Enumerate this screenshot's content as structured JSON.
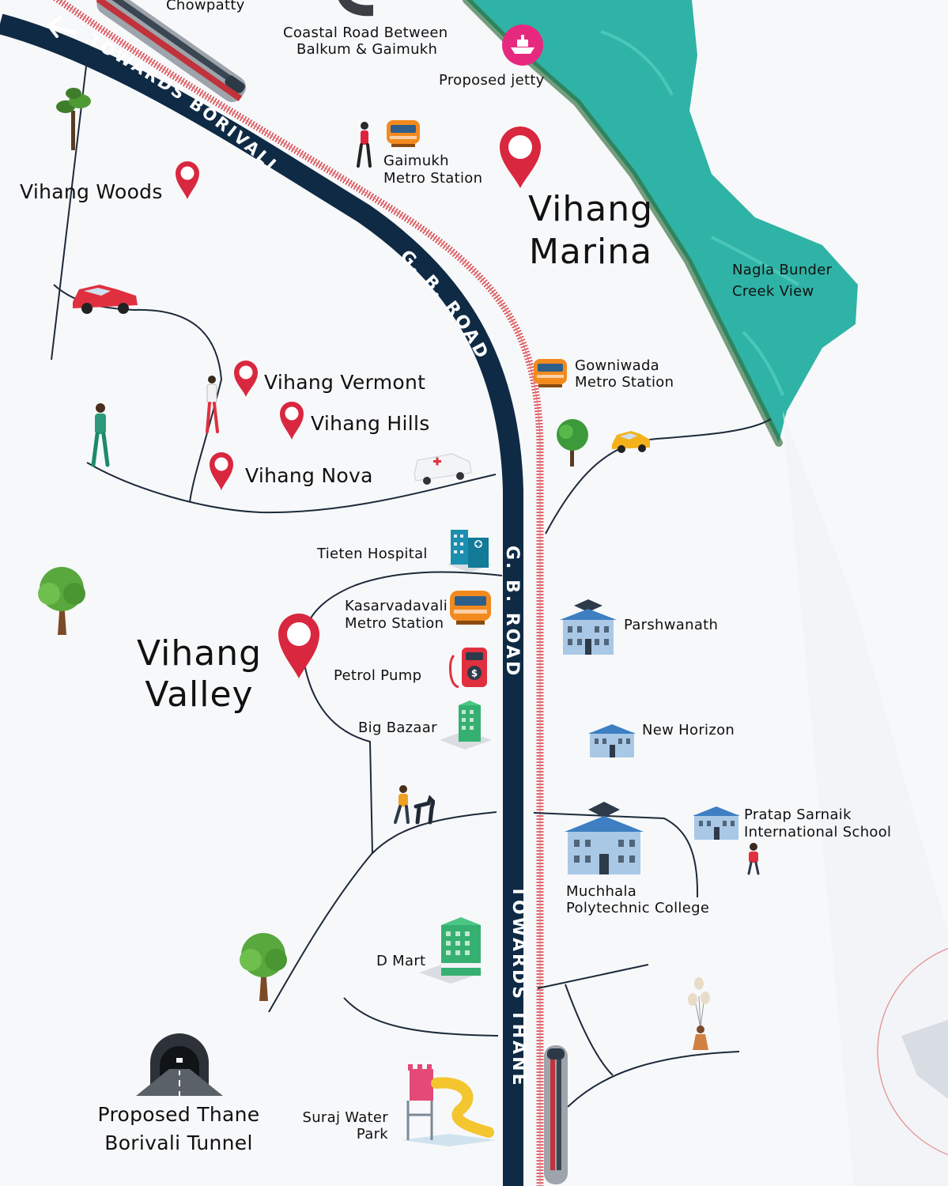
{
  "colors": {
    "road": "#0f2a44",
    "rail": "#d9474d",
    "water": "#2fb3a6",
    "pin": "#d9273f",
    "line": "#1c2a3a"
  },
  "roads": {
    "towards_borivali": "TOWARDS BORIVALI",
    "gb_road_upper": "G. B. ROAD",
    "gb_road_lower": "G. B. ROAD",
    "towards_thane": "TOWARDS THANE"
  },
  "labels": {
    "chowpatty": "Chowpatty",
    "coastal_road_l1": "Coastal Road Between",
    "coastal_road_l2": "Balkum & Gaimukh",
    "proposed_jetty": "Proposed jetty",
    "gaimukh_l1": "Gaimukh",
    "gaimukh_l2": "Metro Station",
    "vihang_woods": "Vihang Woods",
    "vihang_marina_l1": "Vihang",
    "vihang_marina_l2": "Marina",
    "nagla_l1": "Nagla Bunder",
    "nagla_l2": "Creek View",
    "gowniwada_l1": "Gowniwada",
    "gowniwada_l2": "Metro Station",
    "vihang_vermont": "Vihang Vermont",
    "vihang_hills": "Vihang Hills",
    "vihang_nova": "Vihang Nova",
    "tieten_hospital": "Tieten Hospital",
    "kasarvadavali_l1": "Kasarvadavali",
    "kasarvadavali_l2": "Metro Station",
    "parshwanath": "Parshwanath",
    "vihang_valley_l1": "Vihang",
    "vihang_valley_l2": "Valley",
    "petrol_pump": "Petrol Pump",
    "big_bazaar": "Big Bazaar",
    "new_horizon": "New Horizon",
    "pratap_l1": "Pratap Sarnaik",
    "pratap_l2": "International School",
    "muchhala_l1": "Muchhala",
    "muchhala_l2": "Polytechnic College",
    "d_mart": "D Mart",
    "tunnel_l1": "Proposed Thane",
    "tunnel_l2": "Borivali Tunnel",
    "suraj_l1": "Suraj Water",
    "suraj_l2": "Park"
  }
}
